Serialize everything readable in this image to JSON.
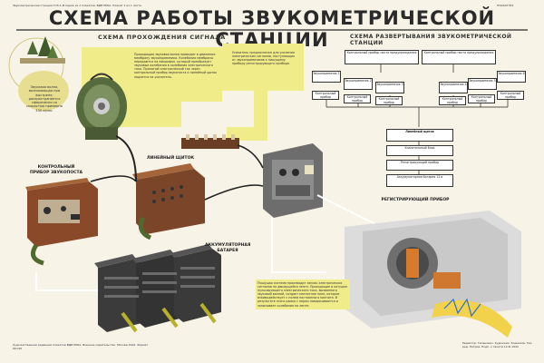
{
  "header": {
    "left_small": "Звукометрическая станция СЧЗ-1-М  Серия из 2 плакатов. ВДВ РККА. Плакат 1 из 1 листа",
    "right_small": "ПЛАКАТ №1"
  },
  "title": "СХЕМА РАБОТЫ ЗВУКОМЕТРИЧЕСКОЙ СТАНЦИИ",
  "subtitle_left": "СХЕМА ПРОХОЖДЕНИЯ СИГНАЛА",
  "subtitle_right": "СХЕМА РАЗВЕРТЫВАНИЯ ЗВУКОМЕТРИЧЕСКОЙ СТАНЦИИ",
  "notes": {
    "sound_wave": "Звуковая волна, возникающая при выстреле, распространяется сферически со скоростью примерно 330 м/сек.",
    "receiver": "Приходящая звуковая волна приводит в движение мембрану звукоприемника. Колебания мембраны передаются на микрофон, который преобразует звуковые колебания в колебания электрического тока. Принятый электрический ток через контрольный прибор звукопоста и линейный щиток подается на усилитель.",
    "amplifier": "Усилитель предназначен для усиления электрических сигналов, поступающих от звукоприемников к пишущему прибору регистрирующего прибора.",
    "recorder": "Пишущая система производит запись электрических сигналов на движущейся ленте. Проходящие в катушке пульсирующего электрического тока, вызванного звуковой волной, создает магнитное поле, которое взаимодействует с полем постоянного магнита. В результате этого рамка с пером поворачивается и записывает колебания на ленте."
  },
  "device_labels": {
    "control": "КОНТРОЛЬНЫЙ ПРИБОР ЗВУКОПОСТА",
    "line_panel": "ЛИНЕЙНЫЙ ЩИТОК",
    "battery": "АККУМУЛЯТОРНАЯ БАТАРЕЯ",
    "recorder": "РЕГИСТРИРУЮЩИЙ ПРИБОР"
  },
  "deployment": {
    "top_blocks": [
      "Контрольный прибор поста предупреждения",
      "Контрольный прибор поста предупреждения"
    ],
    "mid_blocks": [
      "Звукоприемник 1",
      "Звукоприемник 2",
      "Звукоприемник 3",
      "Звукоприемник 4",
      "Звукоприемник 5",
      "Звукоприемник 6"
    ],
    "control_row": [
      "Контрольный прибор",
      "Контрольный прибор",
      "Контрольный прибор",
      "Контрольный прибор",
      "Контрольный прибор",
      "Контрольный прибор"
    ],
    "stack": [
      "Линейный щиток",
      "Усилительный блок",
      "Регистрирующий прибор",
      "Аккумуляторная батарея 12 в"
    ]
  },
  "footer": {
    "left_small": "Художественная редакция плакатов ВДВ РККА. Военное издательство. Москва 1942. Формат 60×90",
    "right_small": "Редактор: Гапанович. Художник: Корнилов. Тех. ред. Петров. Подп. к печати 12.III.1942"
  }
}
